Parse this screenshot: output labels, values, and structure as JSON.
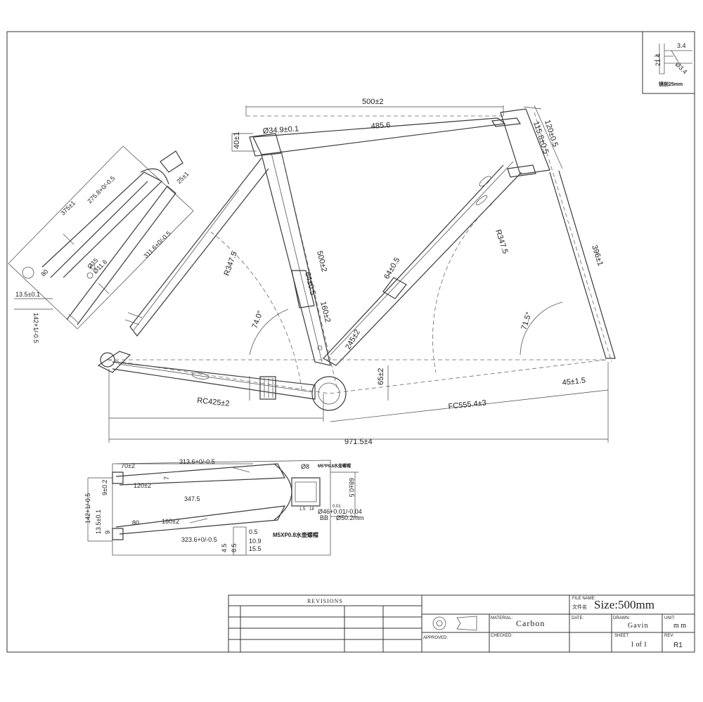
{
  "dimensions": {
    "top_tube_effective": "500±2",
    "top_tube_actual": "485.6",
    "head_tube_length": "120±0.5",
    "head_tube_inner": "115.8±0.5",
    "seat_tube_clamp": "Ø34.9±0.1",
    "seat_tube_top": "40±1",
    "seat_tube_length": "500±2",
    "seat_tube_insert": "64±0.5",
    "seat_tube_mid": "160±2",
    "down_tube_measure": "245±2",
    "down_tube_insert": "64±0.5",
    "stack": "396±1",
    "radius_rear": "R347.5",
    "radius_front": "R347.5",
    "seat_angle": "74.0°",
    "head_angle": "71.5°",
    "bb_drop": "65±2",
    "fork_offset": "45±1.5",
    "chainstay": "RC425±2",
    "front_center": "FC555.4±3",
    "wheelbase": "971.5±4"
  },
  "seatstay_view": {
    "length_total": "375±1",
    "length_inner": "275.8+0/-0.5",
    "length_outer": "311.6+0/-0.5",
    "top_width": "25±1",
    "hole_a": "Ø15",
    "hole_b": "Ø11.6",
    "dropout_offset": "80",
    "dropout_width": "13.5±0.1",
    "axle_spacing": "142+1/-0.5"
  },
  "chainstay_view": {
    "length_upper": "313.6+0/-0.5",
    "length_mid": "347.5",
    "length_lower": "323.6+0/-0.5",
    "offset_a": "70±2",
    "offset_b": "120±2",
    "offset_c": "80",
    "offset_d": "160±2",
    "width_a": "9±0.2",
    "width_b": "7",
    "width_c": "9",
    "dropout_width": "13.5±0.1",
    "axle_spacing": "142+1/-0.5",
    "bb_label": "BB",
    "bb_dia": "Ø50.2mm",
    "bb_inner": "Ø46+0.01/-0.04",
    "bb_width": "68±0.5",
    "bb_diam_small": "Ø8",
    "bolt_top": "M5*P0.8水壶螺帽",
    "bolt_bottom": "M5XP0.8水壶螺帽",
    "slot_width_a": "4.5",
    "slot_width_b": "8.5",
    "slot_len_a": "10.9",
    "slot_len_b": "15.5",
    "slot_gap": "0.5",
    "small_a": "18",
    "small_b": "1.5",
    "small_c": "0.01"
  },
  "detail_inset": {
    "d1": "3.4",
    "d2": "21.4",
    "d3": "Ø3.4",
    "caption": "镜剖25mm"
  },
  "title_block": {
    "revisions_label": "REVISIONS",
    "file_name_label": "FILE NAME:",
    "file_name_cn": "文件名",
    "size": "Size:500mm",
    "material_label": "MATERIAL:",
    "material": "Carbon",
    "date_label": "DATE:",
    "drawn_label": "DRAWN:",
    "drawn": "Gavin",
    "unit_label": "UNIT:",
    "unit": "m m",
    "approved_label": "APPROVED:",
    "checked_label": "CHECKED:",
    "sheet_label": "SHEET:",
    "sheet": "1 of 1",
    "rev_label": "REV:",
    "rev": "R1"
  }
}
